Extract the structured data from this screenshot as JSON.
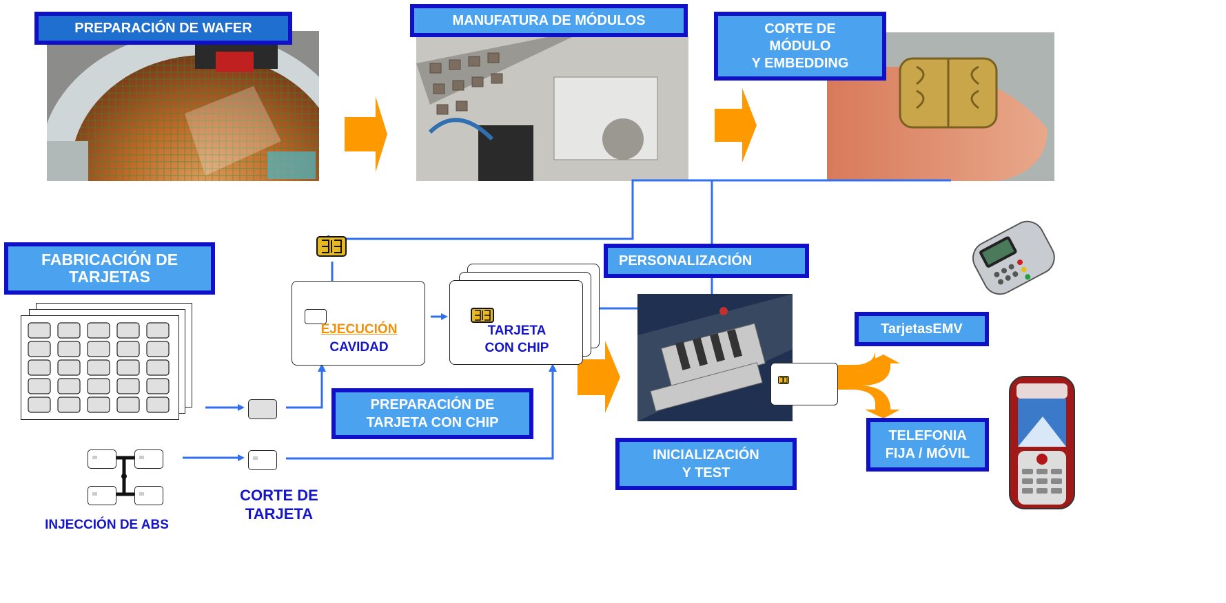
{
  "labels": {
    "wafer_prep": "PREPARACIÓN DE WAFER",
    "module_manufacture": "MANUFATURA DE MÓDULOS",
    "module_cut": "CORTE DE\nMÓDULO\nY EMBEDDING",
    "card_fabrication": "FABRICACIÓN DE\nTARJETAS",
    "personalization": "PERSONALIZACIÓN",
    "chip_card_prep": "PREPARACIÓN DE\nTARJETA CON CHIP",
    "init_test": "INICIALIZACIÓN\nY TEST",
    "emv_cards": "TarjetasEMV",
    "telephony": "TELEFONIA\nFIJA / MÓVIL",
    "cavity_exec_1": "EJECUCIÓN",
    "cavity_exec_2": "CAVIDAD",
    "chip_card": "TARJETA\nCON CHIP",
    "card_cut": "CORTE DE\nTARJETA",
    "abs_injection": "INJECCIÓN DE ABS"
  },
  "colors": {
    "label_fill": "#4ba3f0",
    "label_border": "#1010c8",
    "arrow_orange": "#ff9900",
    "connector_blue": "#2f6ff0",
    "text_blue": "#1414c8",
    "highlight_orange": "#f0900a"
  },
  "icons": [
    "wafer-photo",
    "module-machine-photo",
    "chip-on-finger-photo",
    "pos-terminal-icon",
    "mobile-phone-icon",
    "chip-icon",
    "test-machine-photo"
  ]
}
